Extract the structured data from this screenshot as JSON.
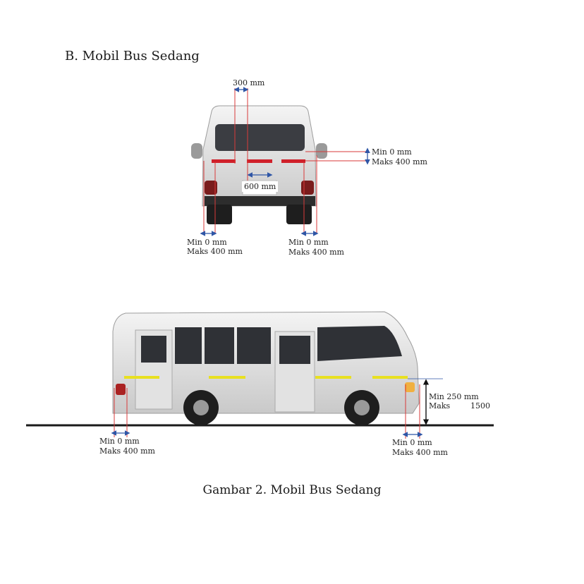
{
  "heading": "B. Mobil Bus Sedang",
  "caption": "Gambar 2. Mobil Bus Sedang",
  "rear_view": {
    "top_gap": "300 mm",
    "center_gap": "600 mm",
    "right_height_min": "Min 0 mm",
    "right_height_max": "Maks 400 mm",
    "left_edge_min": "Min 0 mm",
    "left_edge_max": "Maks 400 mm",
    "right_edge_min": "Min 0 mm",
    "right_edge_max": "Maks 400 mm"
  },
  "side_view": {
    "height_min": "Min 250 mm",
    "height_max_label": "Maks",
    "height_max_value": "1500",
    "rear_edge_min": "Min 0 mm",
    "rear_edge_max": "Maks 400 mm",
    "front_edge_min": "Min 0 mm",
    "front_edge_max": "Maks 400 mm"
  },
  "colors": {
    "rear_tape": "#d0202a",
    "side_tape": "#e8e020",
    "dimension_arrow": "#2f56a6",
    "guide_line": "#d83a3a"
  }
}
